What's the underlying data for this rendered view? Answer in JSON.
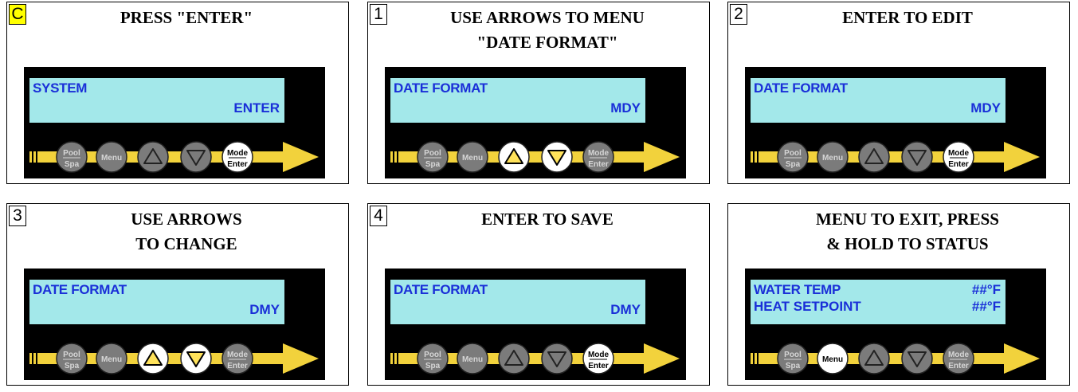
{
  "panels": [
    {
      "badge": "C",
      "badge_highlight": true,
      "title": [
        "PRESS \"ENTER\""
      ],
      "lcd": {
        "line1": "SYSTEM",
        "line2": "ENTER",
        "line1_right": "",
        "line2_left": ""
      },
      "active_buttons": [
        "mode"
      ]
    },
    {
      "badge": "1",
      "badge_highlight": false,
      "title": [
        "USE ARROWS TO MENU",
        "\"DATE FORMAT\""
      ],
      "lcd": {
        "line1": "DATE FORMAT",
        "line2": "MDY",
        "line1_right": "",
        "line2_left": ""
      },
      "active_buttons": [
        "up",
        "down"
      ]
    },
    {
      "badge": "2",
      "badge_highlight": false,
      "title": [
        "ENTER TO EDIT"
      ],
      "lcd": {
        "line1": "DATE FORMAT",
        "line2": "MDY",
        "line1_right": "",
        "line2_left": ""
      },
      "active_buttons": [
        "mode"
      ]
    },
    {
      "badge": "3",
      "badge_highlight": false,
      "title": [
        "USE ARROWS",
        "TO CHANGE"
      ],
      "lcd": {
        "line1": "DATE FORMAT",
        "line2": "DMY",
        "line1_right": "",
        "line2_left": ""
      },
      "active_buttons": [
        "up",
        "down"
      ]
    },
    {
      "badge": "4",
      "badge_highlight": false,
      "title": [
        "ENTER TO SAVE"
      ],
      "lcd": {
        "line1": "DATE FORMAT",
        "line2": "DMY",
        "line1_right": "",
        "line2_left": ""
      },
      "active_buttons": [
        "mode"
      ]
    },
    {
      "badge": "",
      "badge_highlight": false,
      "title": [
        "MENU TO EXIT, PRESS",
        "& HOLD TO STATUS"
      ],
      "lcd": {
        "line1": "WATER TEMP",
        "line2": "##°F",
        "line1_right": "##°F",
        "line2_left": "HEAT SETPOINT"
      },
      "active_buttons": [
        "menu"
      ]
    }
  ],
  "buttons": {
    "pool_top": "Pool",
    "pool_bottom": "Spa",
    "menu": "Menu",
    "mode_top": "Mode",
    "mode_bottom": "Enter"
  },
  "colors": {
    "lcd_bg": "#a3e8ea",
    "lcd_text": "#1a2fd8",
    "strip": "#f2d23c",
    "button_inactive": "#7b7b7b",
    "button_active": "#ffffff",
    "badge_highlight": "#ffff00"
  }
}
